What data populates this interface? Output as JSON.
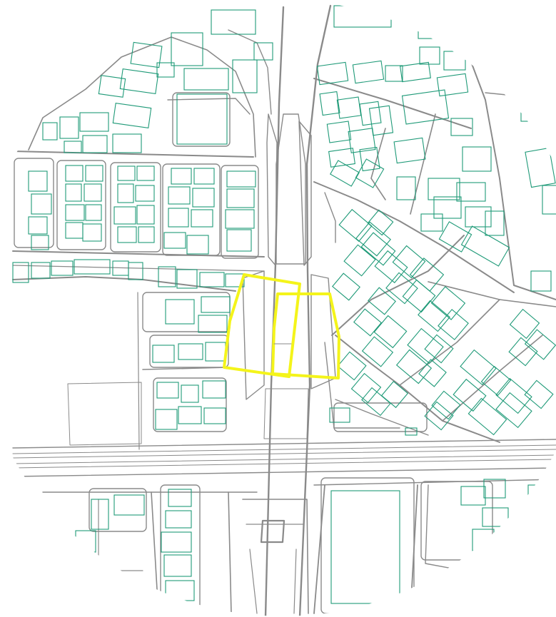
{
  "map": {
    "style": "cadastral line drawing, circular clipped view",
    "colors": {
      "background": "#ffffff",
      "road_line": "#8a8a8a",
      "building_outline": "#1f9a78",
      "highlight": "#f4f41a"
    },
    "layers": [
      "roads",
      "plots",
      "buildings",
      "highlighted-parcels"
    ],
    "highlighted_parcel_count": 2
  }
}
